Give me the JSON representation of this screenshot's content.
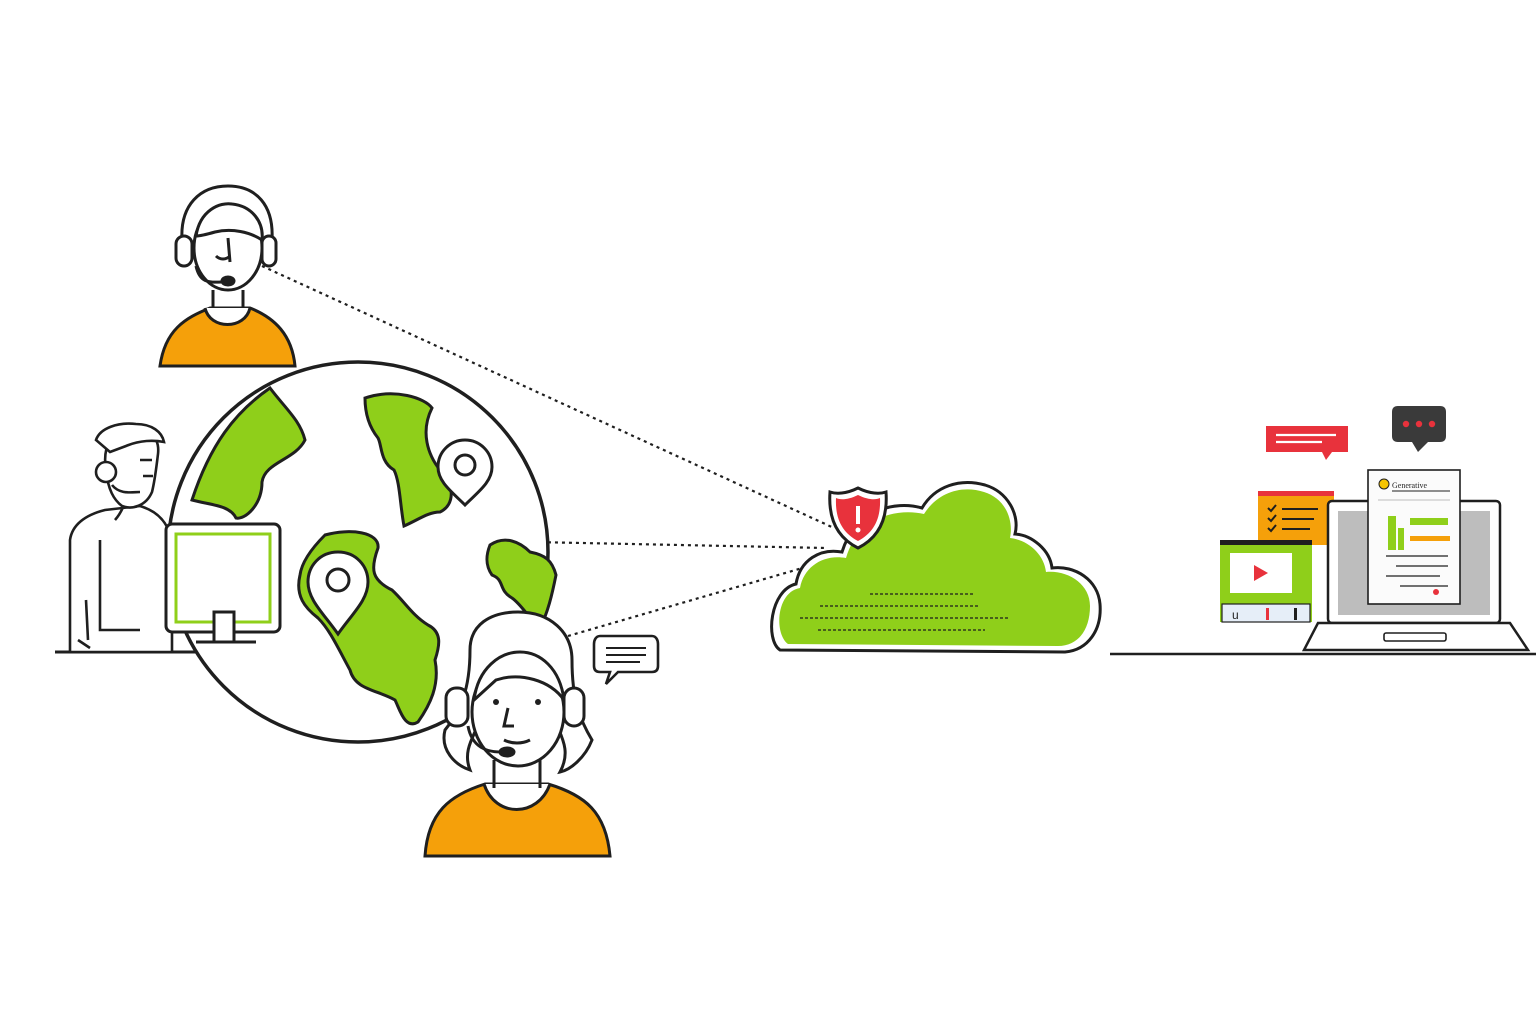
{
  "illustration": {
    "document_heading": "Generative",
    "colors": {
      "ink": "#1f1f1f",
      "green": "#8fcf1a",
      "orange": "#f5a00a",
      "red": "#e8323c",
      "dark_bubble": "#3a3a3a",
      "screen_gray": "#bdbdbd",
      "doc_bg": "#fbfbfb"
    },
    "icons": [
      "headset-agent-top",
      "headset-agent-desk",
      "headset-agent-front",
      "globe-icon",
      "location-pin-icon",
      "speech-bubble-icon",
      "cloud-icon",
      "security-shield-icon",
      "alert-bubble-icon",
      "chat-bubble-icon",
      "checklist-card-icon",
      "video-card-icon",
      "laptop-icon",
      "document-icon"
    ]
  }
}
